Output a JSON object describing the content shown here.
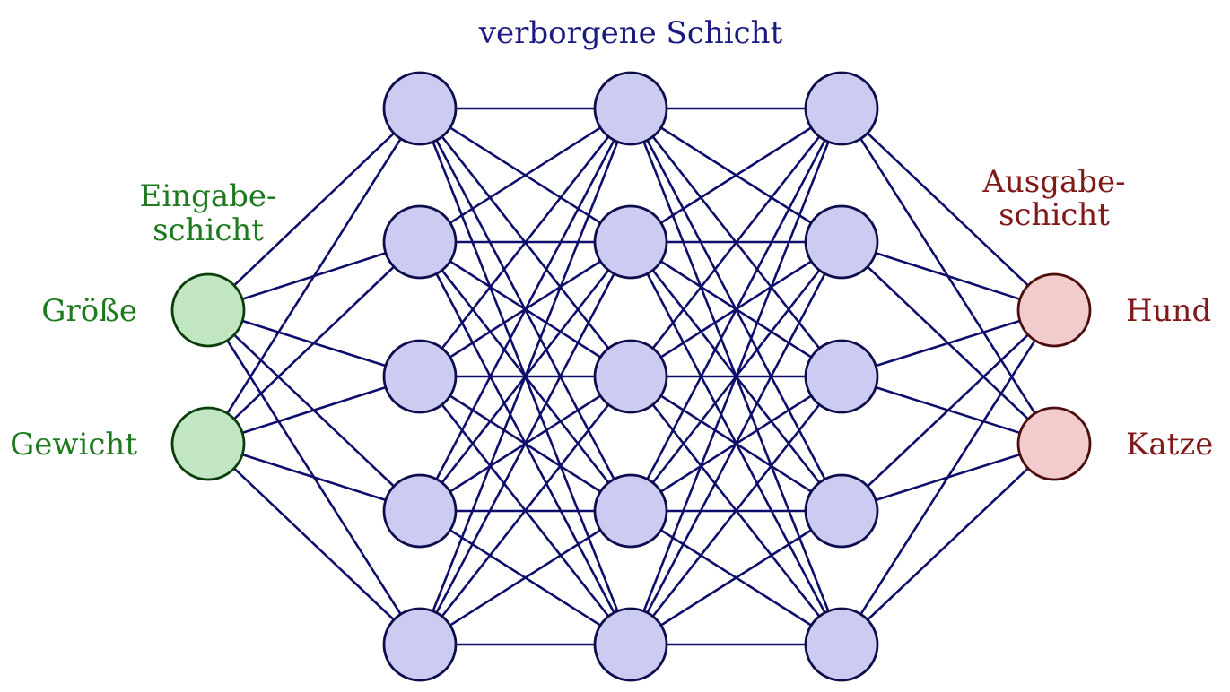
{
  "layers": {
    "input": {
      "title_lines": [
        "Eingabe-",
        "schicht"
      ],
      "nodes": [
        "Größe",
        "Gewicht"
      ]
    },
    "hidden": {
      "title": "verborgene Schicht",
      "layer_count": 3,
      "nodes_per_layer": 5
    },
    "output": {
      "title_lines": [
        "Ausgabe-",
        "schicht"
      ],
      "nodes": [
        "Hund",
        "Katze"
      ]
    }
  },
  "connectivity": "fully-connected",
  "colors": {
    "edge": "#0d0d6b",
    "input_fill": "#c2e6c2",
    "input_stroke": "#0a3d0a",
    "input_text": "#1e7a1e",
    "hidden_fill": "#ccccf2",
    "hidden_stroke": "#0d0d4d",
    "hidden_text": "#1a1a80",
    "output_fill": "#f2cccc",
    "output_stroke": "#4d0d0d",
    "output_text": "#801a1a"
  }
}
